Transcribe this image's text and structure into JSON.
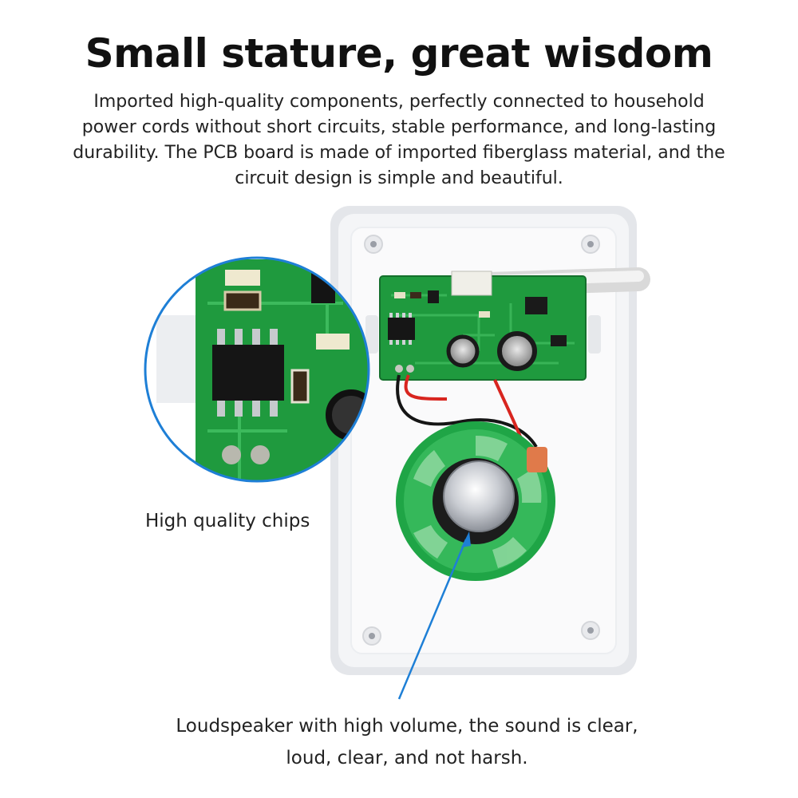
{
  "heading": "Small stature, great wisdom",
  "description": "Imported high-quality components, perfectly connected to household power cords without short circuits, stable performance, and long-lasting durability. The PCB board is made of imported fiberglass material, and the circuit design is simple and beautiful.",
  "callouts": {
    "chips": "High quality chips",
    "speaker_line1": "Loudspeaker with high volume, the sound is clear,",
    "speaker_line2": "loud, clear, and not harsh."
  },
  "colors": {
    "pcb_green": "#1f9a3e",
    "callout_blue": "#1e7fd6",
    "housing": "#f2f3f5"
  }
}
